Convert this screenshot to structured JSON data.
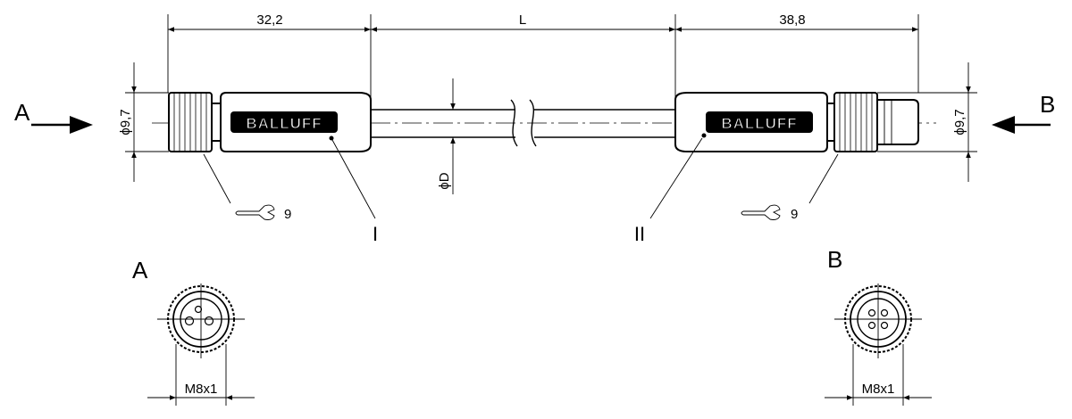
{
  "dimensions": {
    "left_length": "32,2",
    "cable_length": "L",
    "right_length": "38,8",
    "left_diameter": "ϕ9,7",
    "right_diameter": "ϕ9,7",
    "cable_diameter": "ϕD",
    "left_wrench": "9",
    "right_wrench": "9",
    "left_thread": "M8x1",
    "right_thread": "M8x1"
  },
  "labels": {
    "view_a_arrow": "A",
    "view_b_arrow": "B",
    "view_a_title": "A",
    "view_b_title": "B",
    "part_one": "I",
    "part_two": "II"
  },
  "brand": {
    "left": "BALLUFF",
    "right": "BALLUFF"
  }
}
